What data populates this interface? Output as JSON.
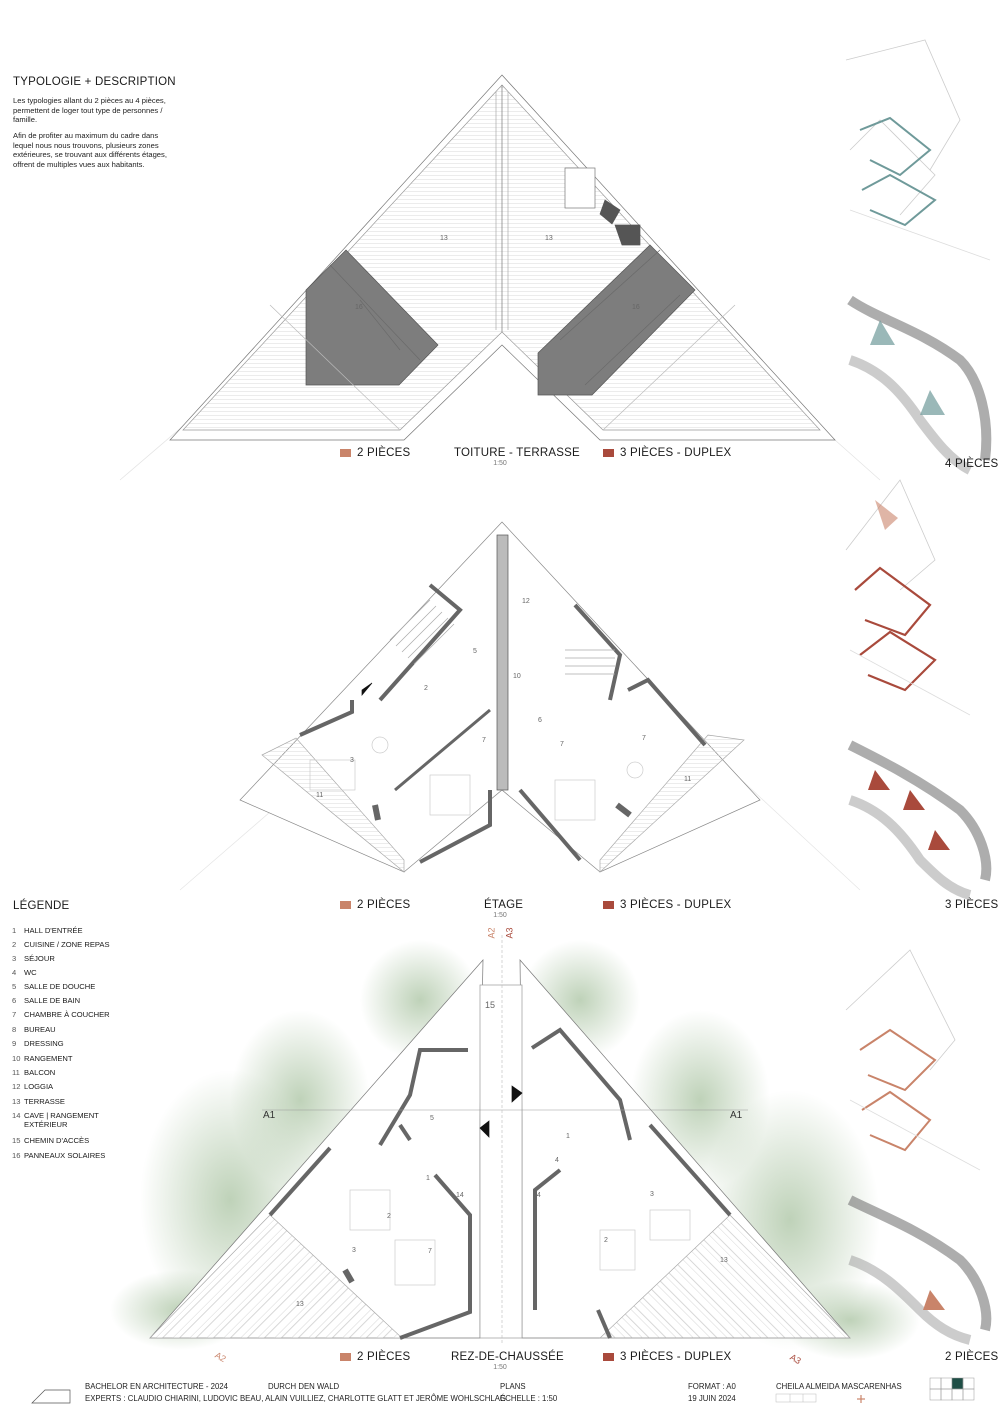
{
  "intro": {
    "title": "TYPOLOGIE + DESCRIPTION",
    "p1": "Les typologies allant du 2 pièces au 4 pièces, permettent de loger tout type de personnes / famille.",
    "p2": "Afin de profiter au maximum du cadre dans lequel nous nous trouvons, plusieurs zones extérieures, se trouvant aux différents étages, offrent de multiples vues aux habitants."
  },
  "plans": {
    "roof": {
      "name": "TOITURE - TERRASSE",
      "scale": "1:50",
      "left": "2 PIÈCES",
      "right": "3 PIÈCES - DUPLEX",
      "side": "4 PIÈCES"
    },
    "floor": {
      "name": "ÉTAGE",
      "scale": "1:50",
      "left": "2 PIÈCES",
      "right": "3 PIÈCES - DUPLEX",
      "side": "3 PIÈCES"
    },
    "ground": {
      "name": "REZ-DE-CHAUSSÉE",
      "scale": "1:50",
      "left": "2 PIÈCES",
      "right": "3 PIÈCES - DUPLEX",
      "side": "2 PIÈCES"
    }
  },
  "section_marks": {
    "a1": "A1",
    "a2": "A2",
    "a3": "A3"
  },
  "legend": {
    "title": "LÉGENDE",
    "items": [
      {
        "n": "1",
        "t": "HALL D'ENTRÉE"
      },
      {
        "n": "2",
        "t": "CUISINE / ZONE REPAS"
      },
      {
        "n": "3",
        "t": "SÉJOUR"
      },
      {
        "n": "4",
        "t": "WC"
      },
      {
        "n": "5",
        "t": "SALLE DE DOUCHE"
      },
      {
        "n": "6",
        "t": "SALLE DE BAIN"
      },
      {
        "n": "7",
        "t": "CHAMBRE À COUCHER"
      },
      {
        "n": "8",
        "t": "BUREAU"
      },
      {
        "n": "9",
        "t": "DRESSING"
      },
      {
        "n": "10",
        "t": "RANGEMENT"
      },
      {
        "n": "11",
        "t": "BALCON"
      },
      {
        "n": "12",
        "t": "LOGGIA"
      },
      {
        "n": "13",
        "t": "TERRASSE"
      },
      {
        "n": "14",
        "t": "CAVE | RANGEMENT EXTÉRIEUR"
      },
      {
        "n": "15",
        "t": "CHEMIN D'ACCÈS"
      },
      {
        "n": "16",
        "t": "PANNEAUX SOLAIRES"
      }
    ]
  },
  "colors": {
    "two_rooms": "#c9846a",
    "three_rooms": "#a94a3c",
    "four_rooms": "#6f9a9a",
    "solar": "#7d7d7d",
    "greenery": "#a9c3a1"
  },
  "footer": {
    "program": "BACHELOR EN ARCHITECTURE - 2024",
    "project": "DURCH DEN WALD",
    "experts": "EXPERTS : CLAUDIO CHIARINI, LUDOVIC BEAU, ALAIN VUILLIEZ, CHARLOTTE GLATT ET JERÔME WOHLSCHLAG",
    "doc": "PLANS",
    "scale": "ÉCHELLE : 1:50",
    "format": "FORMAT : A0",
    "date": "19 JUIN 2024",
    "author": "CHEILA ALMEIDA MASCARENHAS"
  }
}
